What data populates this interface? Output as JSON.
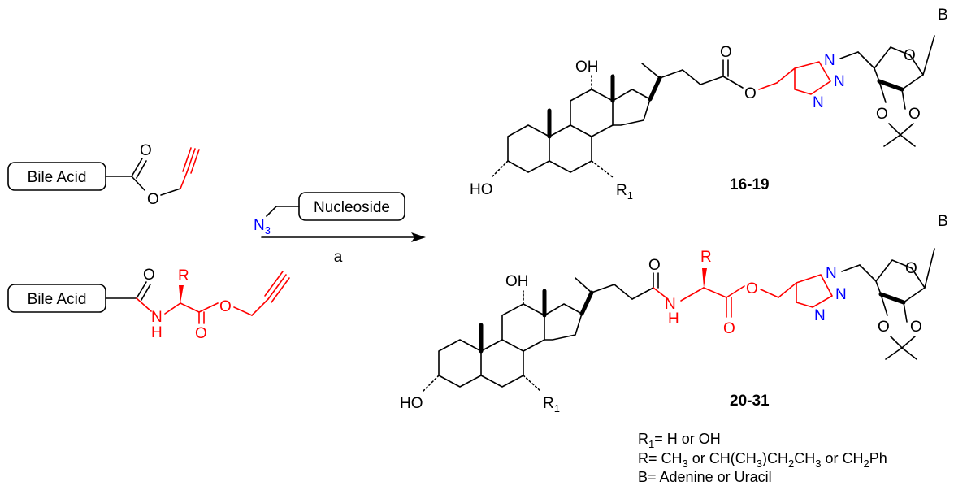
{
  "reagents": {
    "bile_acid_label": "Bile Acid",
    "nucleoside_label": "Nucleoside",
    "azide_label": "N",
    "azide_sub": "3",
    "condition": "a"
  },
  "atoms": {
    "O": "O",
    "N": "N",
    "NH_N": "N",
    "NH_H": "H",
    "R": "R",
    "B": "B",
    "OH": "OH",
    "HO": "HO",
    "R1_main": "R",
    "R1_sub": "1"
  },
  "compounds": {
    "top": "16-19",
    "bottom": "20-31"
  },
  "legend": {
    "r1_prefix": "R",
    "r1_sub": "1",
    "r1_rest": "= H or OH",
    "r_line_parts": [
      "R= CH",
      "3",
      " or CH(CH",
      "3",
      ")CH",
      "2",
      "CH",
      "3",
      " or CH",
      "2",
      "Ph"
    ],
    "b_line": "B= Adenine or Uracil"
  }
}
